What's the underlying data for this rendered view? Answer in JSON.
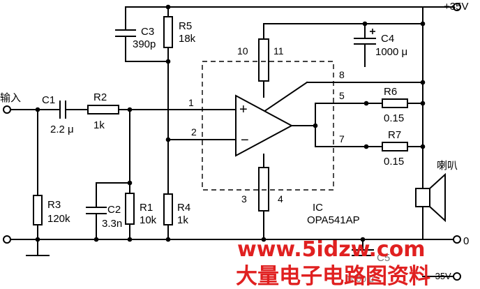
{
  "labels": {
    "input": "输入",
    "speaker": "喇叭",
    "supply_pos": "+35V",
    "supply_neg": "−35V",
    "gnd": "0",
    "ic_prefix": "IC",
    "ic_part": "OPA541AP"
  },
  "components": {
    "C1": {
      "ref": "C1",
      "value": "2.2 μ"
    },
    "C2": {
      "ref": "C2",
      "value": "3.3n"
    },
    "C3": {
      "ref": "C3",
      "value": "390p"
    },
    "C4": {
      "ref": "C4",
      "value": "1000 μ"
    },
    "C5": {
      "ref": "C5",
      "value": "1000 μ"
    },
    "R1": {
      "ref": "R1",
      "value": "10k"
    },
    "R2": {
      "ref": "R2",
      "value": "1k"
    },
    "R3": {
      "ref": "R3",
      "value": "120k"
    },
    "R4": {
      "ref": "R4",
      "value": "1k"
    },
    "R5": {
      "ref": "R5",
      "value": "18k"
    },
    "R6": {
      "ref": "R6",
      "value": "0.15"
    },
    "R7": {
      "ref": "R7",
      "value": "0.15"
    }
  },
  "pins": {
    "p1": "1",
    "p2": "2",
    "p3": "3",
    "p4": "4",
    "p5": "5",
    "p7": "7",
    "p8": "8",
    "p10": "10",
    "p11": "11"
  },
  "opamp_signs": {
    "plus": "+",
    "minus": "−"
  },
  "watermark": {
    "url": "www.5idzw.com",
    "title": "大量电子电路图资料"
  }
}
